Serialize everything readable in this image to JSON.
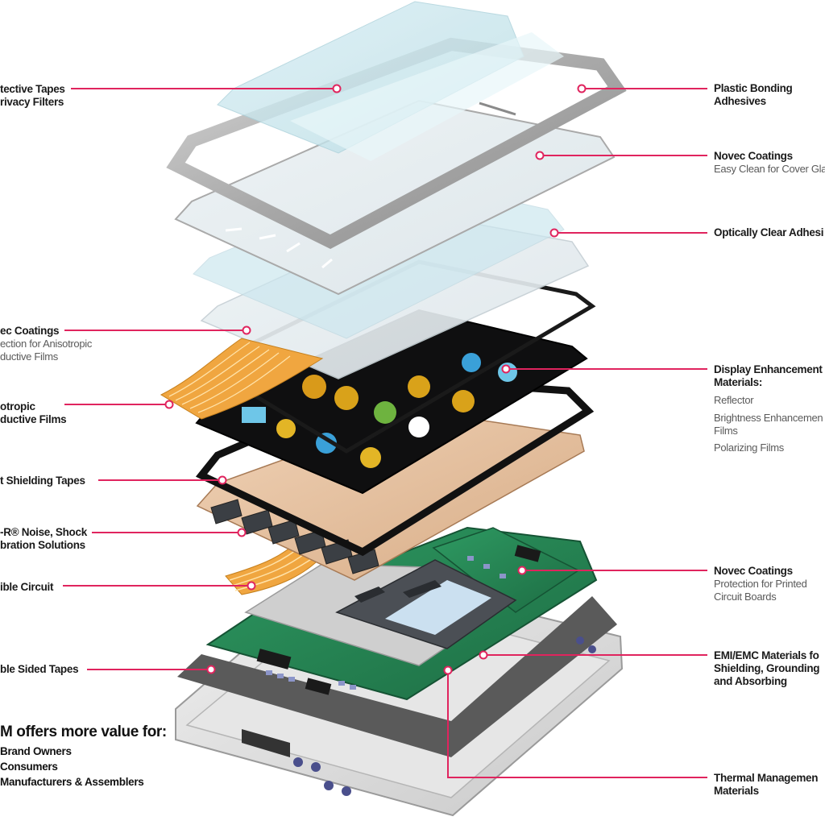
{
  "accent_color": "#e0245e",
  "left_labels": [
    {
      "id": "protective-tapes",
      "lines": [
        "tective Tapes",
        "rivacy Filters"
      ]
    },
    {
      "id": "novec-coatings-anisotropic",
      "title": "ec Coatings",
      "sub": [
        "ection for Anisotropic",
        "ductive Films"
      ]
    },
    {
      "id": "anisotropic-films",
      "lines": [
        "otropic",
        "ductive Films"
      ]
    },
    {
      "id": "shielding-tapes",
      "lines": [
        "t Shielding Tapes"
      ]
    },
    {
      "id": "noise-shock",
      "lines": [
        "-R® Noise, Shock",
        "bration Solutions"
      ]
    },
    {
      "id": "flexible-circuit",
      "lines": [
        "ible Circuit"
      ]
    },
    {
      "id": "double-sided-tapes",
      "lines": [
        "ble Sided Tapes"
      ]
    }
  ],
  "right_labels": [
    {
      "id": "plastic-bonding",
      "lines": [
        "Plastic Bonding",
        "Adhesives"
      ]
    },
    {
      "id": "novec-cover-glass",
      "title": "Novec Coatings",
      "sub": [
        "Easy Clean for Cover Gla"
      ]
    },
    {
      "id": "optically-clear",
      "lines": [
        "Optically Clear Adhesi"
      ]
    },
    {
      "id": "display-enhancement",
      "lines": [
        "Display Enhancement",
        "Materials:"
      ],
      "sub": [
        "Reflector",
        "Brightness Enhancemen",
        "Films",
        "Polarizing Films"
      ]
    },
    {
      "id": "novec-pcb",
      "title": "Novec Coatings",
      "sub": [
        "Protection for Printed",
        "Circuit Boards"
      ]
    },
    {
      "id": "emi-emc",
      "lines": [
        "EMI/EMC Materials fo",
        "Shielding, Grounding",
        "and Absorbing"
      ]
    },
    {
      "id": "thermal",
      "lines": [
        "Thermal Managemen",
        "Materials"
      ]
    }
  ],
  "value_box": {
    "heading": "M offers more value for:",
    "items": [
      "Brand Owners",
      "Consumers",
      "Manufacturers & Assemblers"
    ]
  }
}
